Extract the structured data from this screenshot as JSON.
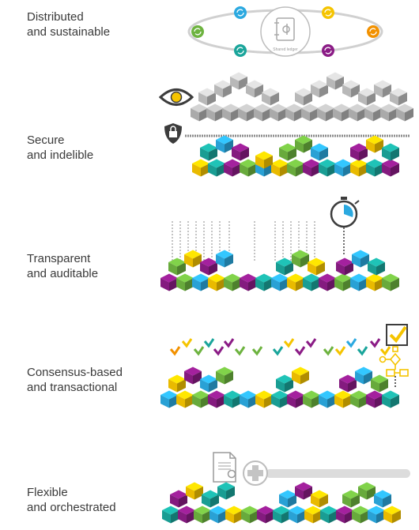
{
  "colors": {
    "yellow": "#f5c400",
    "green": "#6db33f",
    "teal": "#1aa59b",
    "blue": "#2ba9e0",
    "purple": "#8b1c86",
    "orange": "#f29100",
    "grey": "#b3b3b3",
    "dark": "#3c3c3c"
  },
  "features": [
    {
      "line1": "Distributed",
      "line2": "and sustainable"
    },
    {
      "line1": "Secure",
      "line2": "and indelible"
    },
    {
      "line1": "Transparent",
      "line2": "and auditable"
    },
    {
      "line1": "Consensus-based",
      "line2": "and transactional"
    },
    {
      "line1": "Flexible",
      "line2": "and orchestrated"
    }
  ],
  "ledger": {
    "caption": "Shared ledger"
  },
  "icons": [
    "ledger-icon",
    "sync-icon",
    "eye-icon",
    "lock-shield-icon",
    "stopwatch-icon",
    "checkmark-icon",
    "checkbox-icon",
    "flowchart-icon",
    "certificate-icon",
    "plus-icon"
  ]
}
